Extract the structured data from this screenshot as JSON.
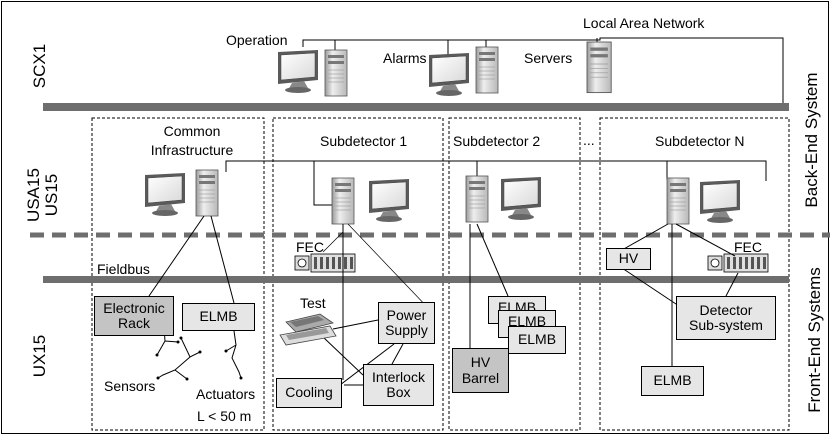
{
  "side_labels": {
    "scx1": "SCX1",
    "usa15": "USA15",
    "us15": "US15",
    "ux15": "UX15",
    "back_end": "Back-End System",
    "front_end": "Front-End Systems"
  },
  "top": {
    "lan": "Local Area Network",
    "operation": "Operation",
    "alarms": "Alarms",
    "servers": "Servers"
  },
  "columns": {
    "common_line1": "Common",
    "common_line2": "Infrastructure",
    "sub1": "Subdetector 1",
    "sub2": "Subdetector 2",
    "dots": "...",
    "subn": "Subdetector N"
  },
  "bus": {
    "fieldbus": "Fieldbus",
    "fec1": "FEC",
    "fec2": "FEC"
  },
  "boxes": {
    "electronic_rack_1": "Electronic",
    "electronic_rack_2": "Rack",
    "elmb": "ELMB",
    "power_supply_1": "Power",
    "power_supply_2": "Supply",
    "cooling": "Cooling",
    "interlock_1": "Interlock",
    "interlock_2": "Box",
    "elmb_stack_a": "ELMB",
    "elmb_stack_b": "ELMB",
    "elmb_stack_c": "ELMB",
    "hv_barrel_1": "HV",
    "hv_barrel_2": "Barrel",
    "hv": "HV",
    "detector_1": "Detector",
    "detector_2": "Sub-system",
    "elmb_n": "ELMB"
  },
  "misc": {
    "test": "Test",
    "sensors": "Sensors",
    "actuators": "Actuators",
    "cable_length": "L < 50 m"
  },
  "colors": {
    "bus_bar": "#6e6e6e",
    "box_fill": "#e6e6e6",
    "box_dark": "#c4c4c4",
    "monitor_screen": "#ffffff",
    "tower": "#d8d8d8"
  }
}
